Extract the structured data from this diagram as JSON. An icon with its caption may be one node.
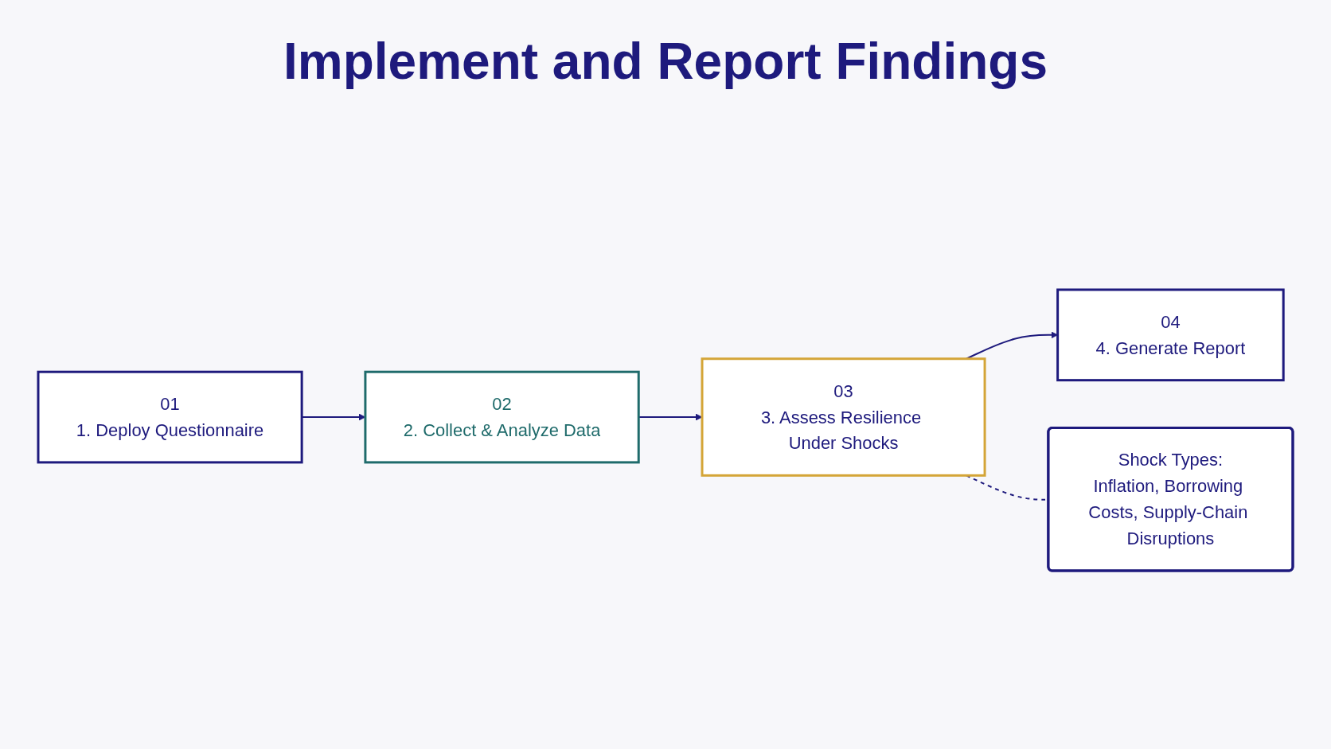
{
  "diagram": {
    "title": "Implement and Report Findings",
    "nodes": [
      {
        "text": [
          "01",
          "1. Deploy Questionnaire"
        ]
      },
      {
        "text": [
          "02",
          "2. Collect & Analyze Data"
        ]
      },
      {
        "text": [
          "03",
          "3. Assess Resilience Under Shocks"
        ]
      },
      {
        "text": [
          "04",
          "4. Generate Report"
        ]
      },
      {
        "text": [
          "Shock Types:",
          "Inflation, Borrowing Costs, Supply-Chain Disruptions"
        ]
      }
    ],
    "edges": [
      {
        "from": 0,
        "to": 1,
        "arrow": "to"
      },
      {
        "from": 1,
        "to": 2,
        "arrow": "to"
      },
      {
        "from": 2,
        "to": 3,
        "arrow": "to"
      },
      {
        "from": 2,
        "to": 4,
        "arrow": "none",
        "style": "dashed"
      }
    ]
  }
}
